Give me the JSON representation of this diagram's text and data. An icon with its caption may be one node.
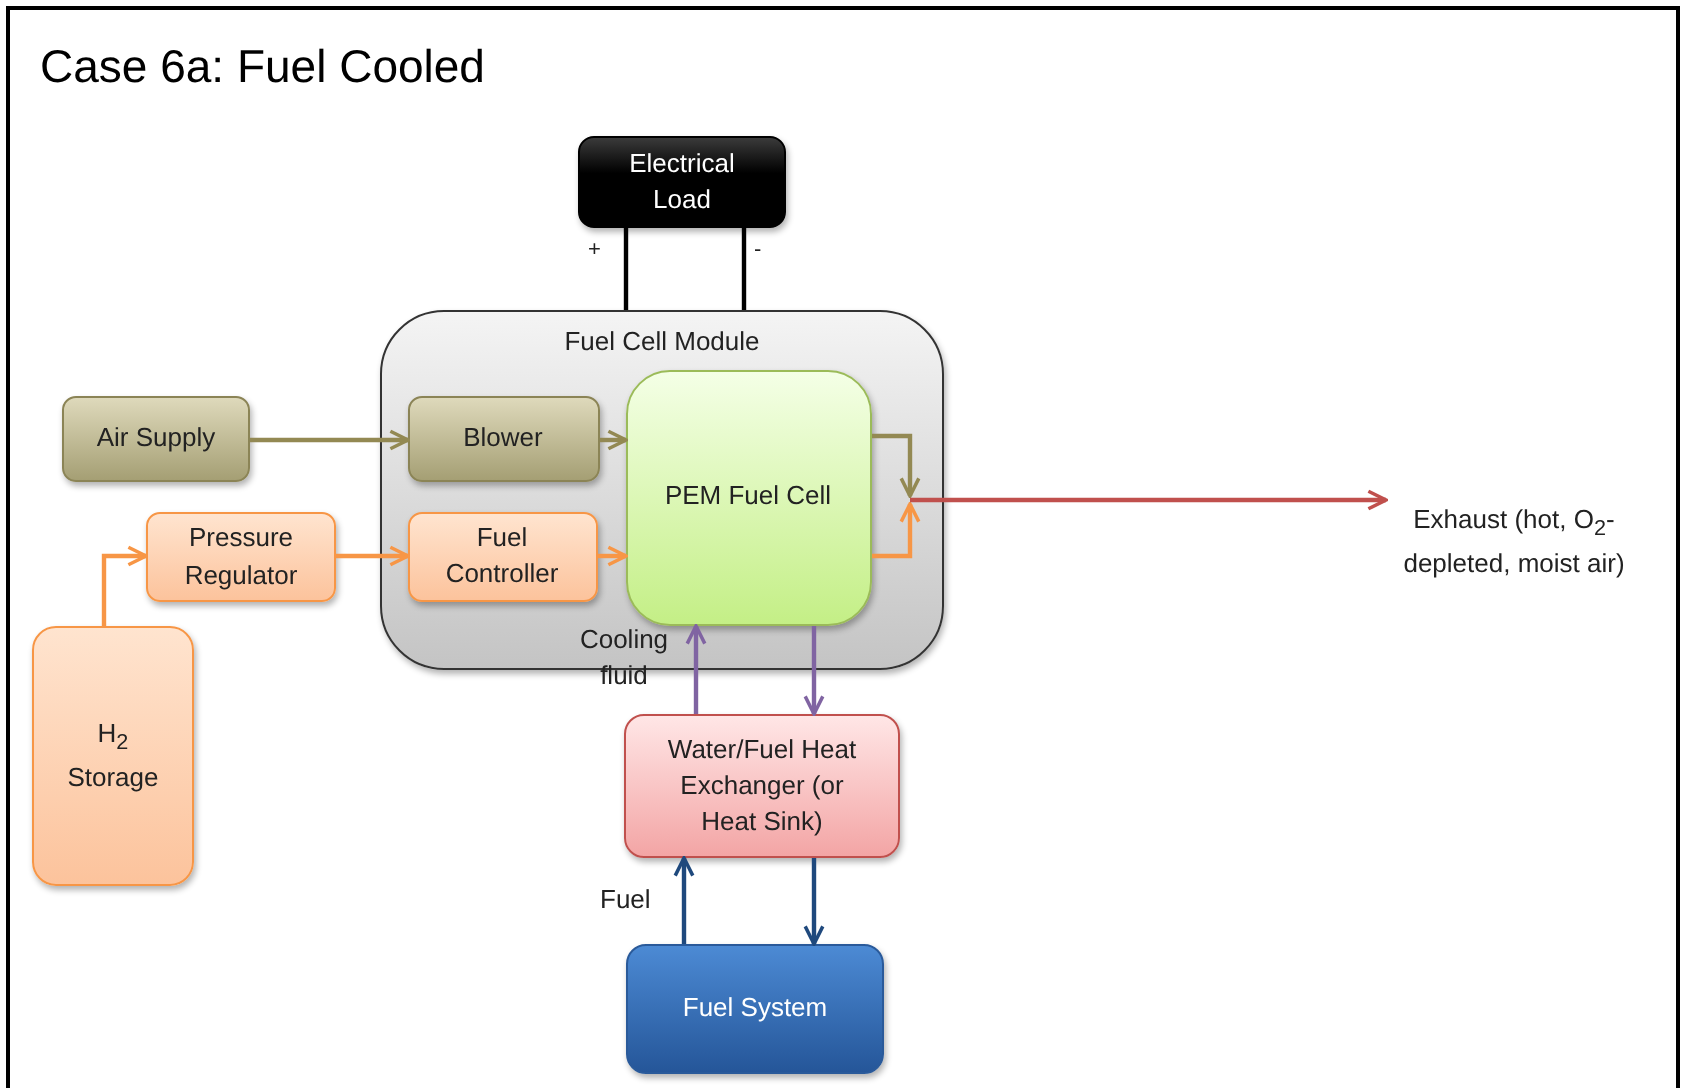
{
  "diagram": {
    "title": "Case 6a: Fuel Cooled",
    "nodes": [
      {
        "text": [
          "Electrical Load"
        ]
      },
      {
        "text": [
          "Fuel Cell Module"
        ]
      },
      {
        "text": [
          "Blower"
        ],
        "in": 1
      },
      {
        "text": [
          "Fuel Controller"
        ],
        "in": 1
      },
      {
        "text": [
          "PEM Fuel Cell"
        ],
        "in": 1
      },
      {
        "text": [
          "Air Supply"
        ]
      },
      {
        "text": [
          "Pressure Regulator"
        ]
      },
      {
        "text": [
          "H$_{2}$ Storage"
        ]
      },
      {
        "text": [
          "Water/Fuel Heat Exchanger (or Heat Sink)"
        ]
      },
      {
        "text": [
          "Fuel System"
        ]
      },
      {
        "text": [
          "Exhaust (hot, O$_{2}$-depleted, moist air)"
        ]
      }
    ],
    "edges": [
      {
        "from": 0,
        "to": 1,
        "arrow": "none",
        "label": "+",
        "color": "#000000"
      },
      {
        "from": 0,
        "to": 1,
        "arrow": "none",
        "label": "-",
        "color": "#000000"
      },
      {
        "from": 5,
        "to": 2,
        "arrow": "to",
        "color": "#938953"
      },
      {
        "from": 2,
        "to": 4,
        "arrow": "to",
        "color": "#938953"
      },
      {
        "from": 7,
        "to": 6,
        "arrow": "to",
        "color": "#f79646"
      },
      {
        "from": 6,
        "to": 3,
        "arrow": "to",
        "color": "#f79646"
      },
      {
        "from": 3,
        "to": 4,
        "arrow": "to",
        "color": "#f79646"
      },
      {
        "from": 4,
        "to": 10,
        "arrow": "to",
        "color": "#c0504d"
      },
      {
        "from": 8,
        "to": 4,
        "arrow": "to",
        "label": "Cooling fluid",
        "color": "#8064a2"
      },
      {
        "from": 4,
        "to": 8,
        "arrow": "to",
        "color": "#8064a2"
      },
      {
        "from": 9,
        "to": 8,
        "arrow": "to",
        "label": "Fuel",
        "color": "#1f497d"
      },
      {
        "from": 8,
        "to": 9,
        "arrow": "to",
        "color": "#1f497d"
      }
    ]
  }
}
